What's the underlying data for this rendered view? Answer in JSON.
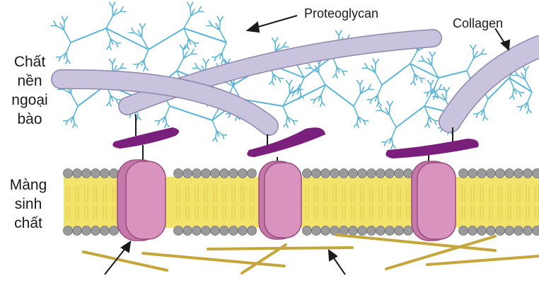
{
  "labels": {
    "extracellular_matrix": [
      "Chất",
      "nền",
      "ngoại",
      "bào"
    ],
    "plasma_membrane": [
      "Màng",
      "sinh",
      "chất"
    ],
    "proteoglycan": "Proteoglycan",
    "collagen": "Collagen"
  },
  "colors": {
    "proteoglycan": "#5ab4d4",
    "collagen": "#c9c3de",
    "collagen_edge": "#8e86ab",
    "fibronectin": "#7b1f7c",
    "lipid_head": "#9a9a9a",
    "lipid_tail": "#f2e46a",
    "integrin": "#d894bf",
    "integrin_edge": "#9a4c80",
    "microfilament": "#c4a63c",
    "text": "#1a1a1a"
  }
}
